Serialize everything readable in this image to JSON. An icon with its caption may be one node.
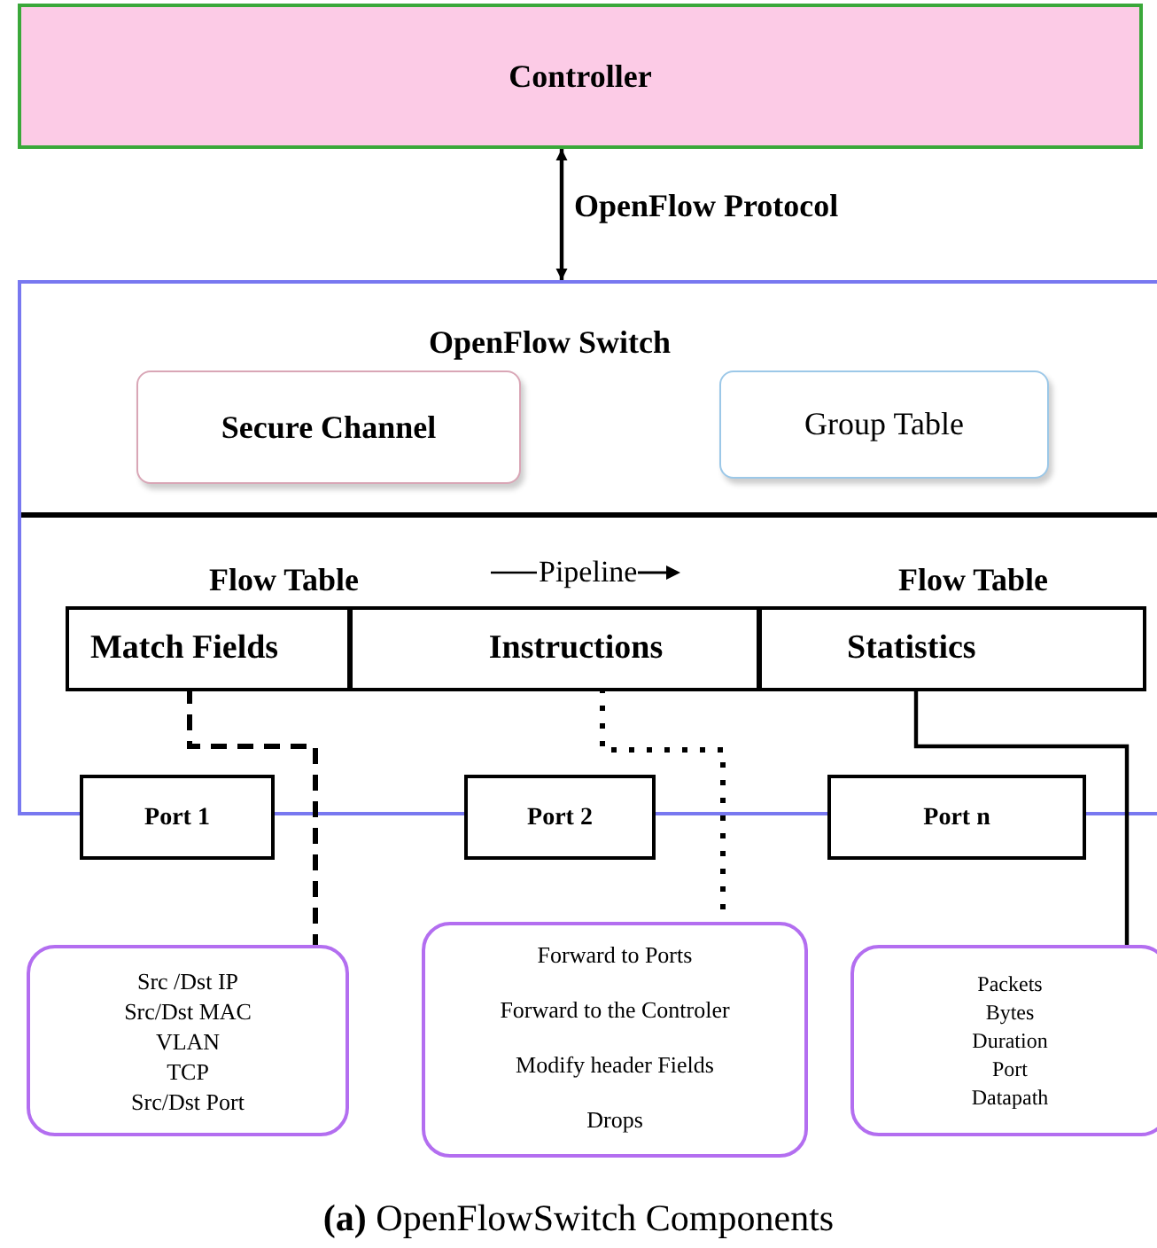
{
  "diagram": {
    "caption": "**(a)** OpenFlowSwitch Components",
    "nodes": [
      {
        "text": [
          "Controller"
        ]
      },
      {
        "text": [
          "OpenFlow Switch"
        ]
      },
      {
        "text": [
          "Secure Channel"
        ],
        "in": 1
      },
      {
        "text": [
          "Group Table"
        ],
        "in": 1
      },
      {
        "text": [
          "Match Fields"
        ],
        "in": 1
      },
      {
        "text": [
          "Instructions"
        ],
        "in": 1
      },
      {
        "text": [
          "Statistics"
        ],
        "in": 1
      },
      {
        "text": [
          "Port 1"
        ]
      },
      {
        "text": [
          "Port 2"
        ]
      },
      {
        "text": [
          "Port n"
        ]
      },
      {
        "text": [
          "Src /Dst IP",
          "Src/Dst MAC",
          "VLAN",
          "TCP",
          "Src/Dst Port"
        ]
      },
      {
        "text": [
          "Forward to Ports",
          "Forward to the Controler",
          "Modify header Fields",
          "Drops"
        ]
      },
      {
        "text": [
          "Packets",
          "Bytes",
          "Duration",
          "Port",
          "Datapath"
        ]
      }
    ],
    "edges": [
      {
        "from": 0,
        "to": 1,
        "arrow": "both",
        "label": "OpenFlow Protocol"
      },
      {
        "from": 4,
        "to": 10,
        "arrow": "none",
        "style": "dashed"
      },
      {
        "from": 5,
        "to": 11,
        "arrow": "none",
        "style": "dashed"
      },
      {
        "from": 6,
        "to": 12,
        "arrow": "none"
      }
    ],
    "labels": [
      "Flow Table",
      "Pipeline",
      "Flow Table"
    ]
  }
}
